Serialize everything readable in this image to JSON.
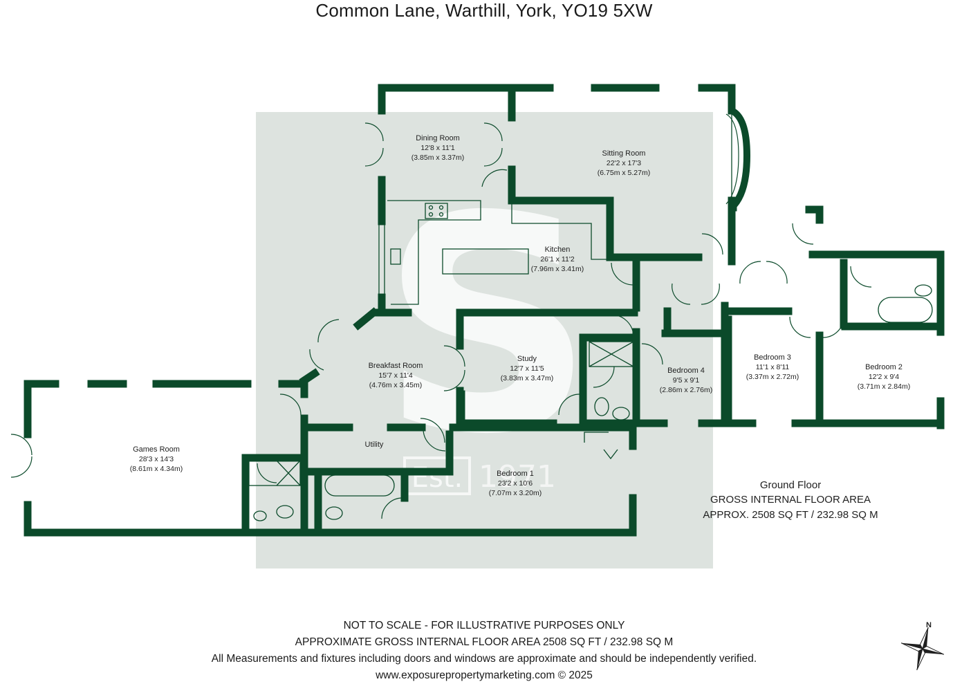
{
  "title": "Common Lane, Warthill, York, YO19 5XW",
  "watermark": {
    "letter": "S",
    "est_text": "Est.",
    "year_text": "1971"
  },
  "colors": {
    "wall": "#0b4a2a",
    "fixture": "#0b4a2a",
    "backdrop": "#dde3df",
    "text": "#1f1f1f"
  },
  "rooms": {
    "dining": {
      "name": "Dining Room",
      "imperial": "12'8 x 11'1",
      "metric": "(3.85m x 3.37m)"
    },
    "sitting": {
      "name": "Sitting Room",
      "imperial": "22'2 x 17'3",
      "metric": "(6.75m x 5.27m)"
    },
    "kitchen": {
      "name": "Kitchen",
      "imperial": "26'1 x 11'2",
      "metric": "(7.96m x 3.41m)"
    },
    "breakfast": {
      "name": "Breakfast Room",
      "imperial": "15'7 x 11'4",
      "metric": "(4.76m x 3.45m)"
    },
    "study": {
      "name": "Study",
      "imperial": "12'7 x 11'5",
      "metric": "(3.83m x 3.47m)"
    },
    "bedroom4": {
      "name": "Bedroom 4",
      "imperial": "9'5 x 9'1",
      "metric": "(2.86m x 2.76m)"
    },
    "bedroom3": {
      "name": "Bedroom 3",
      "imperial": "11'1 x 8'11",
      "metric": "(3.37m x 2.72m)"
    },
    "bedroom2": {
      "name": "Bedroom 2",
      "imperial": "12'2 x 9'4",
      "metric": "(3.71m x 2.84m)"
    },
    "games": {
      "name": "Games Room",
      "imperial": "28'3 x 14'3",
      "metric": "(8.61m x 4.34m)"
    },
    "utility": {
      "name": "Utility"
    },
    "bedroom1": {
      "name": "Bedroom 1",
      "imperial": "23'2 x 10'6",
      "metric": "(7.07m x 3.20m)"
    }
  },
  "floor_area": {
    "floor_name": "Ground Floor",
    "label": "GROSS INTERNAL FLOOR AREA",
    "value": "APPROX. 2508 SQ FT / 232.98 SQ M"
  },
  "footer": {
    "line1": "NOT TO SCALE - FOR ILLUSTRATIVE PURPOSES ONLY",
    "line2": "APPROXIMATE GROSS INTERNAL FLOOR AREA 2508 SQ FT / 232.98 SQ M",
    "line3": "All Measurements and fixtures including doors and windows are approximate and should be independently verified.",
    "line4": "www.exposurepropertymarketing.com © 2025"
  },
  "compass": {
    "north_label": "N",
    "icon": "compass-rose-icon"
  }
}
